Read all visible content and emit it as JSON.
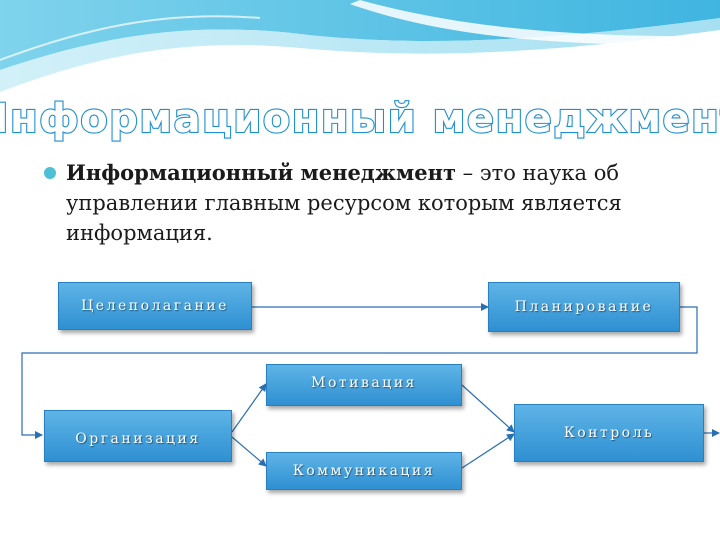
{
  "slide": {
    "title": "Информационный менеджмент",
    "bullet": {
      "bold": "Информационный менеджмент",
      "rest": " – это наука об управлении главным ресурсом которым является информация."
    }
  },
  "diagram": {
    "nodes": {
      "goal_setting": "Целеполагание",
      "planning": "Планирование",
      "motivation": "Мотивация",
      "organization": "Организация",
      "communication": "Коммуникация",
      "control": "Контроль"
    }
  },
  "colors": {
    "box_top": "#5eb4e6",
    "box_bottom": "#2f90d2",
    "title_fill": "#1e8fd0",
    "connector": "#2a6fb0",
    "bullet": "#4dbfd6"
  }
}
